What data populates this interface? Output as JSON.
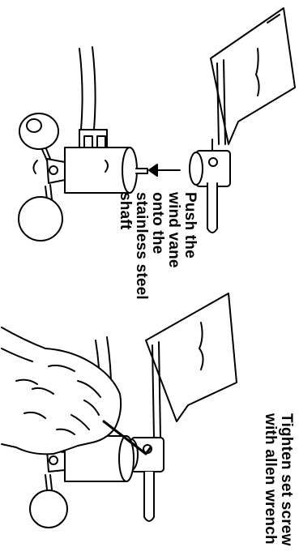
{
  "steps": [
    {
      "instruction_lines": [
        "Push the",
        "wind vane",
        "onto the",
        "stainless steel",
        "shaft"
      ]
    },
    {
      "instruction_lines": [
        "Tighten set screw",
        "with allen wrench"
      ]
    }
  ],
  "colors": {
    "ink": "#000000",
    "paper": "#ffffff"
  },
  "icons": [
    "wind-vane",
    "anemometer-cups",
    "sensor-body",
    "arrow-left",
    "hand",
    "allen-wrench"
  ]
}
